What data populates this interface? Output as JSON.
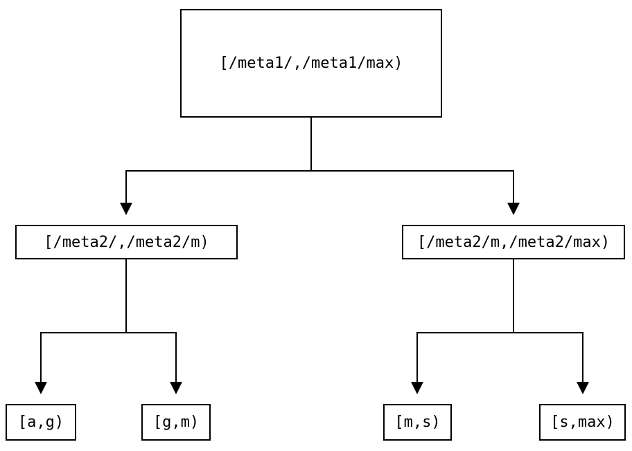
{
  "diagram": {
    "type": "tree",
    "root": {
      "label": "[/meta1/,/meta1/max)",
      "children": [
        {
          "label": "[/meta2/,/meta2/m)",
          "children": [
            {
              "label": "[a,g)"
            },
            {
              "label": "[g,m)"
            }
          ]
        },
        {
          "label": "[/meta2/m,/meta2/max)",
          "children": [
            {
              "label": "[m,s)"
            },
            {
              "label": "[s,max)"
            }
          ]
        }
      ]
    },
    "colors": {
      "line": "#000000",
      "box_border": "#000000",
      "text": "#000000",
      "background": "#ffffff"
    }
  }
}
